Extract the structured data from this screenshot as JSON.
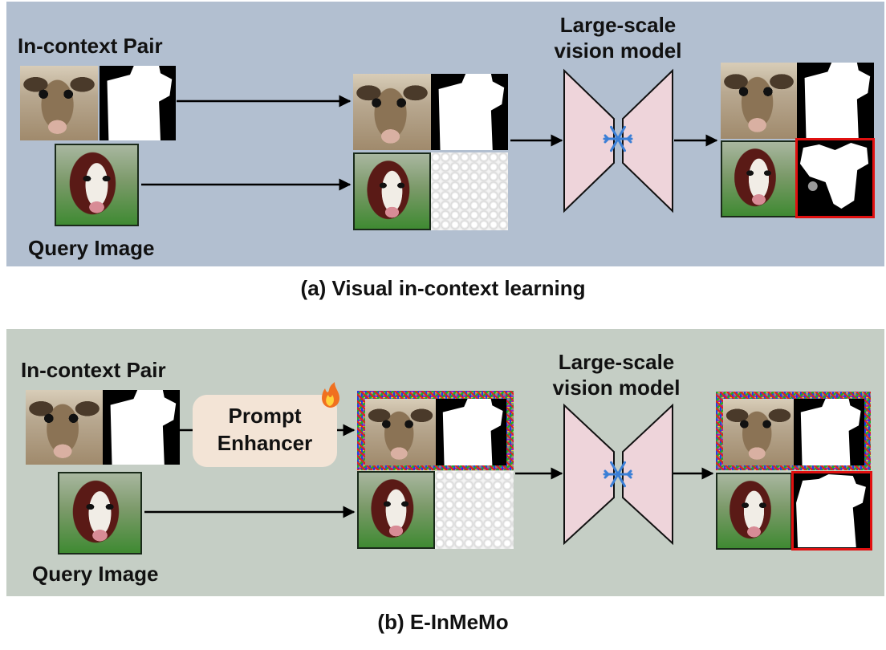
{
  "panel_a": {
    "in_context_label": "In-context Pair",
    "query_label": "Query Image",
    "model_label_line1": "Large-scale",
    "model_label_line2": "vision model",
    "caption": "(a) Visual in-context learning"
  },
  "panel_b": {
    "in_context_label": "In-context Pair",
    "query_label": "Query Image",
    "enhancer_line1": "Prompt",
    "enhancer_line2": "Enhancer",
    "model_label_line1": "Large-scale",
    "model_label_line2": "vision model",
    "caption": "(b) E-InMeMo"
  },
  "colors": {
    "panel_a_bg": "#b2bfd0",
    "panel_b_bg": "#c5cec5",
    "model_fill": "#eed4da",
    "highlight": "#e01010",
    "enhancer_bg": "#f3e4d6",
    "snowflake": "#3b7fd6"
  },
  "icons": [
    "snowflake-icon",
    "fire-icon"
  ]
}
